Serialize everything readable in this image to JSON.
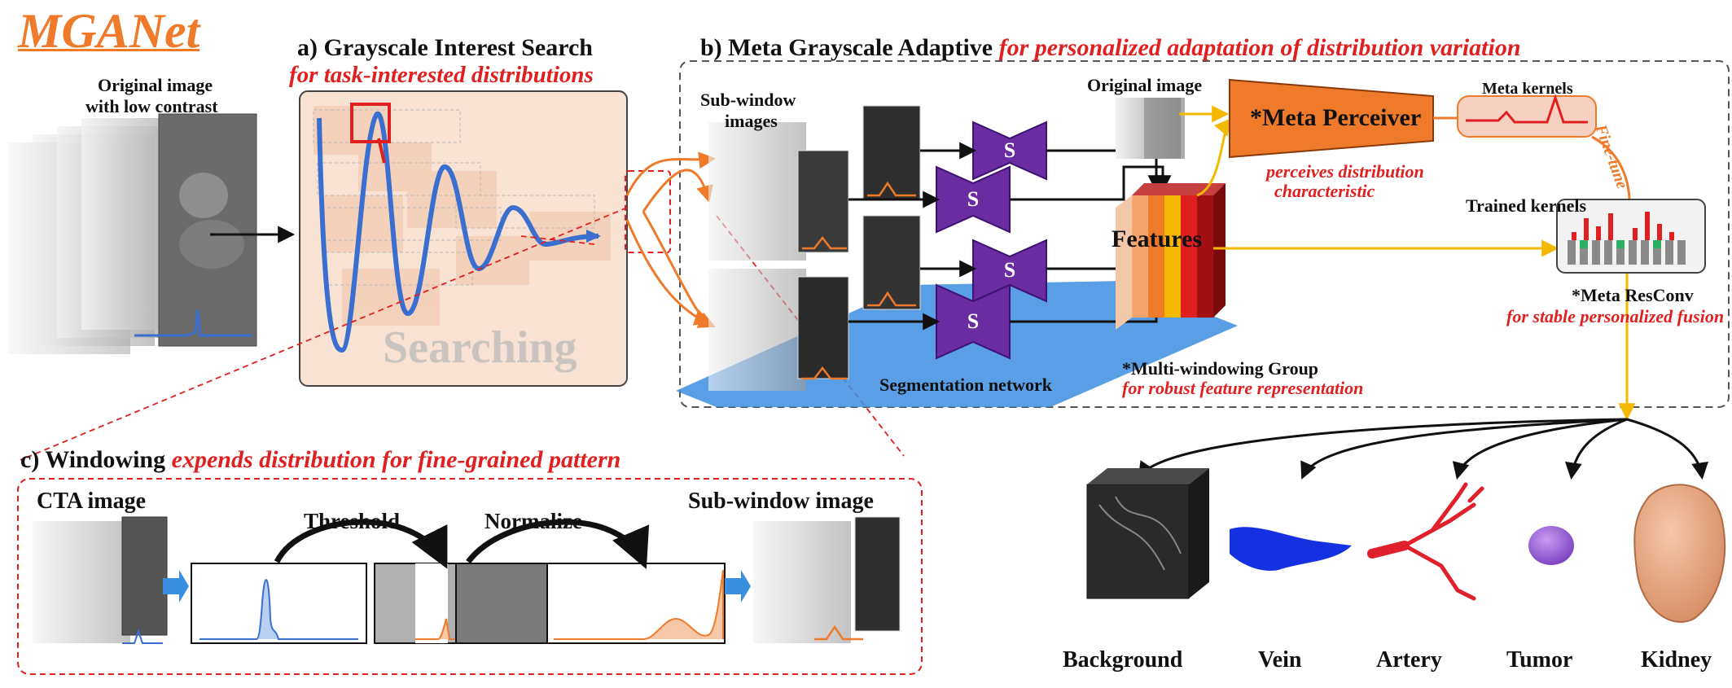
{
  "brand": "MGANet",
  "section_a": {
    "title": "a) Grayscale Interest Search",
    "subtitle": "for task-interested distributions",
    "input_label_line1": "Original image",
    "input_label_line2": "with low contrast",
    "watermark": "Searching"
  },
  "section_b": {
    "title": "b) Meta Grayscale Adaptive",
    "subtitle": "for personalized adaptation of distribution variation",
    "subwindow_line1": "Sub-window",
    "subwindow_line2": "images",
    "original_image": "Original image",
    "meta_perceiver": "*Meta Perceiver",
    "perceives_line1": "perceives distribution",
    "perceives_line2": "characteristic",
    "meta_kernels": "Meta kernels",
    "fine_tune": "Fine-tune",
    "trained_kernels": "Trained kernels",
    "features": "Features",
    "meta_resconv": "*Meta ResConv",
    "resconv_note": "for stable personalized fusion",
    "multi_windowing": "*Multi-windowing Group",
    "multi_windowing_note": "for robust feature representation",
    "seg_network": "Segmentation network",
    "s_label": "S"
  },
  "section_c": {
    "title": "c) Windowing",
    "subtitle": "expends distribution for fine-grained pattern",
    "cta_image": "CTA image",
    "threshold": "Threshold",
    "normalize": "Normalize",
    "subwindow_image": "Sub-window image"
  },
  "outputs": [
    {
      "label": "Background"
    },
    {
      "label": "Vein"
    },
    {
      "label": "Artery"
    },
    {
      "label": "Tumor"
    },
    {
      "label": "Kidney"
    }
  ],
  "colors": {
    "brand_orange": "#ee7a2a",
    "annotation_red": "#e02020",
    "curve_blue": "#3a6fd0",
    "network_purple": "#6a2ca0",
    "seg_blue": "#3d8ee0",
    "arrow_yellow": "#f5b800",
    "search_peach": "#f6ddcc"
  }
}
